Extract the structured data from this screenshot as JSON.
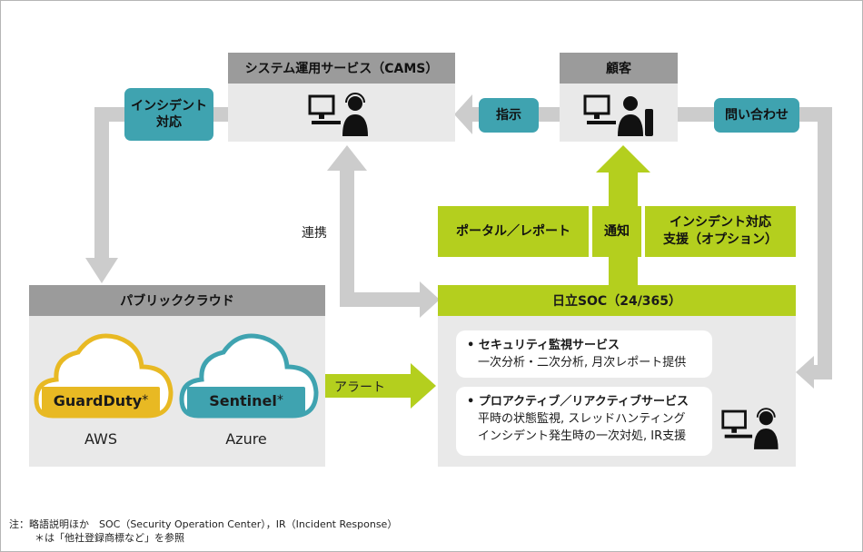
{
  "cams": {
    "title": "システム運用サービス（CAMS）"
  },
  "customer": {
    "title": "顧客"
  },
  "incident_response": {
    "label": "インシデント\n対応"
  },
  "instruction": {
    "label": "指示"
  },
  "inquiry": {
    "label": "問い合わせ"
  },
  "coordination": {
    "label": "連携"
  },
  "portal_report": {
    "label": "ポータル／レポート"
  },
  "notification": {
    "label": "通知"
  },
  "incident_support": {
    "label": "インシデント対応\n支援（オプション）"
  },
  "public_cloud": {
    "title": "パブリッククラウド"
  },
  "aws": {
    "product": "GuardDuty",
    "mark": "*",
    "label": "AWS"
  },
  "azure": {
    "product": "Sentinel",
    "mark": "*",
    "label": "Azure"
  },
  "alert": {
    "label": "アラート"
  },
  "soc": {
    "title": "日立SOC（24/365）",
    "services": [
      {
        "title": "• セキュリティ監視サービス",
        "lines": [
          "一次分析・二次分析, 月次レポート提供"
        ]
      },
      {
        "title": "• プロアクティブ／リアクティブサービス",
        "lines": [
          "平時の状態監視, スレッドハンティング",
          "インシデント発生時の一次対処, IR支援"
        ]
      }
    ]
  },
  "notes": {
    "line1": "注：略語説明ほか　SOC（Security Operation Center），IR（Incident Response）",
    "line2": "＊は「他社登録商標など」を参照"
  },
  "colors": {
    "teal": "#3fa3b0",
    "lime": "#b4cf1e",
    "gray_head": "#9b9b9b",
    "panel": "#e9e9e9",
    "arrow": "#cccccc",
    "cloud_gold": "#e8b923",
    "cloud_teal": "#3fa3b0"
  }
}
